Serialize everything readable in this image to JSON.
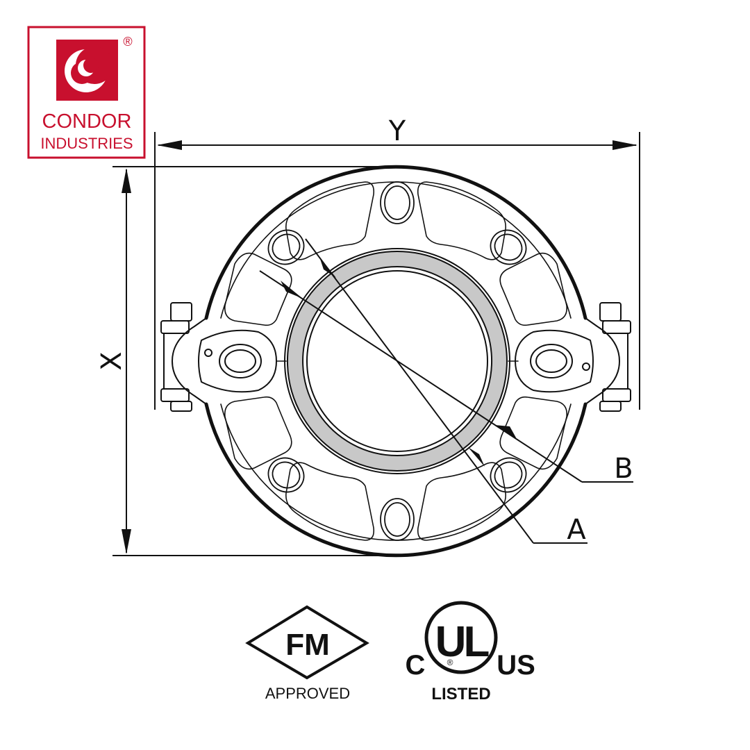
{
  "brand": {
    "name_line1": "CONDOR",
    "name_line2": "INDUSTRIES",
    "registered_mark": "®",
    "color": "#c8102e"
  },
  "dimensions": {
    "width_label": "Y",
    "height_label": "X",
    "inner_label": "A",
    "outer_label": "B"
  },
  "certifications": {
    "fm": {
      "mark": "FM",
      "caption": "APPROVED"
    },
    "ul": {
      "left": "C",
      "mark": "UL",
      "right": "US",
      "registered": "®",
      "caption": "LISTED"
    }
  },
  "colors": {
    "line": "#111111",
    "gasket_fill": "#c8c8c8"
  }
}
